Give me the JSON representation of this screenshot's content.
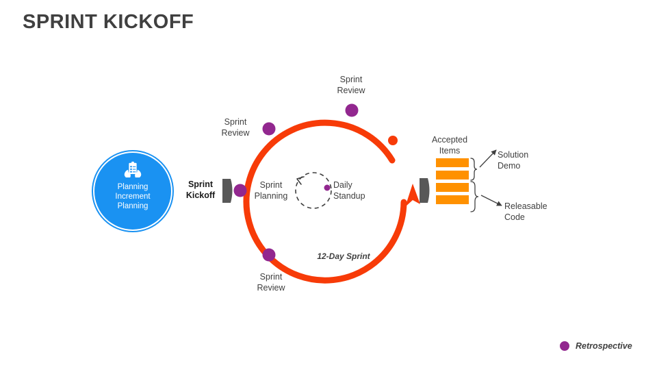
{
  "slide": {
    "title": "SPRINT KICKOFF",
    "background": "#ffffff"
  },
  "colors": {
    "title_text": "#404040",
    "body_text": "#3f3f3f",
    "sprint_loop_red": "#f73b08",
    "retrospective_purple": "#92278f",
    "planning_blue": "#1a92f2",
    "accepted_item_orange": "#ff9100",
    "gate_gray": "#585858"
  },
  "planning_circle": {
    "icon": "clipboard-checklist-hands-icon",
    "text": "Planning\nIncrement\nPlanning"
  },
  "gates": [
    {
      "name": "sprint-kickoff-gate"
    },
    {
      "name": "sprint-end-gate"
    }
  ],
  "loop": {
    "kickoff_label": "Sprint\nKickoff",
    "duration_label": "12-Day Sprint",
    "milestones": [
      {
        "name": "sprint-review-left",
        "label": "Sprint\nReview"
      },
      {
        "name": "sprint-review-top",
        "label": "Sprint\nReview"
      },
      {
        "name": "sprint-review-bottom",
        "label": "Sprint\nReview"
      }
    ],
    "inner": {
      "planning_label": "Sprint\nPlanning",
      "standup_label": "Daily\nStandup"
    }
  },
  "output": {
    "stack_label": "Accepted\nItems",
    "items": [
      {
        "name": "accepted-item-1"
      },
      {
        "name": "accepted-item-2"
      },
      {
        "name": "accepted-item-3"
      },
      {
        "name": "accepted-item-4"
      }
    ],
    "branches": [
      {
        "name": "solution-demo",
        "label": "Solution\nDemo"
      },
      {
        "name": "releasable-code",
        "label": "Releasable\nCode"
      }
    ]
  },
  "legend": {
    "items": [
      {
        "name": "retrospective",
        "label": "Retrospective",
        "color": "#92278f"
      }
    ]
  }
}
